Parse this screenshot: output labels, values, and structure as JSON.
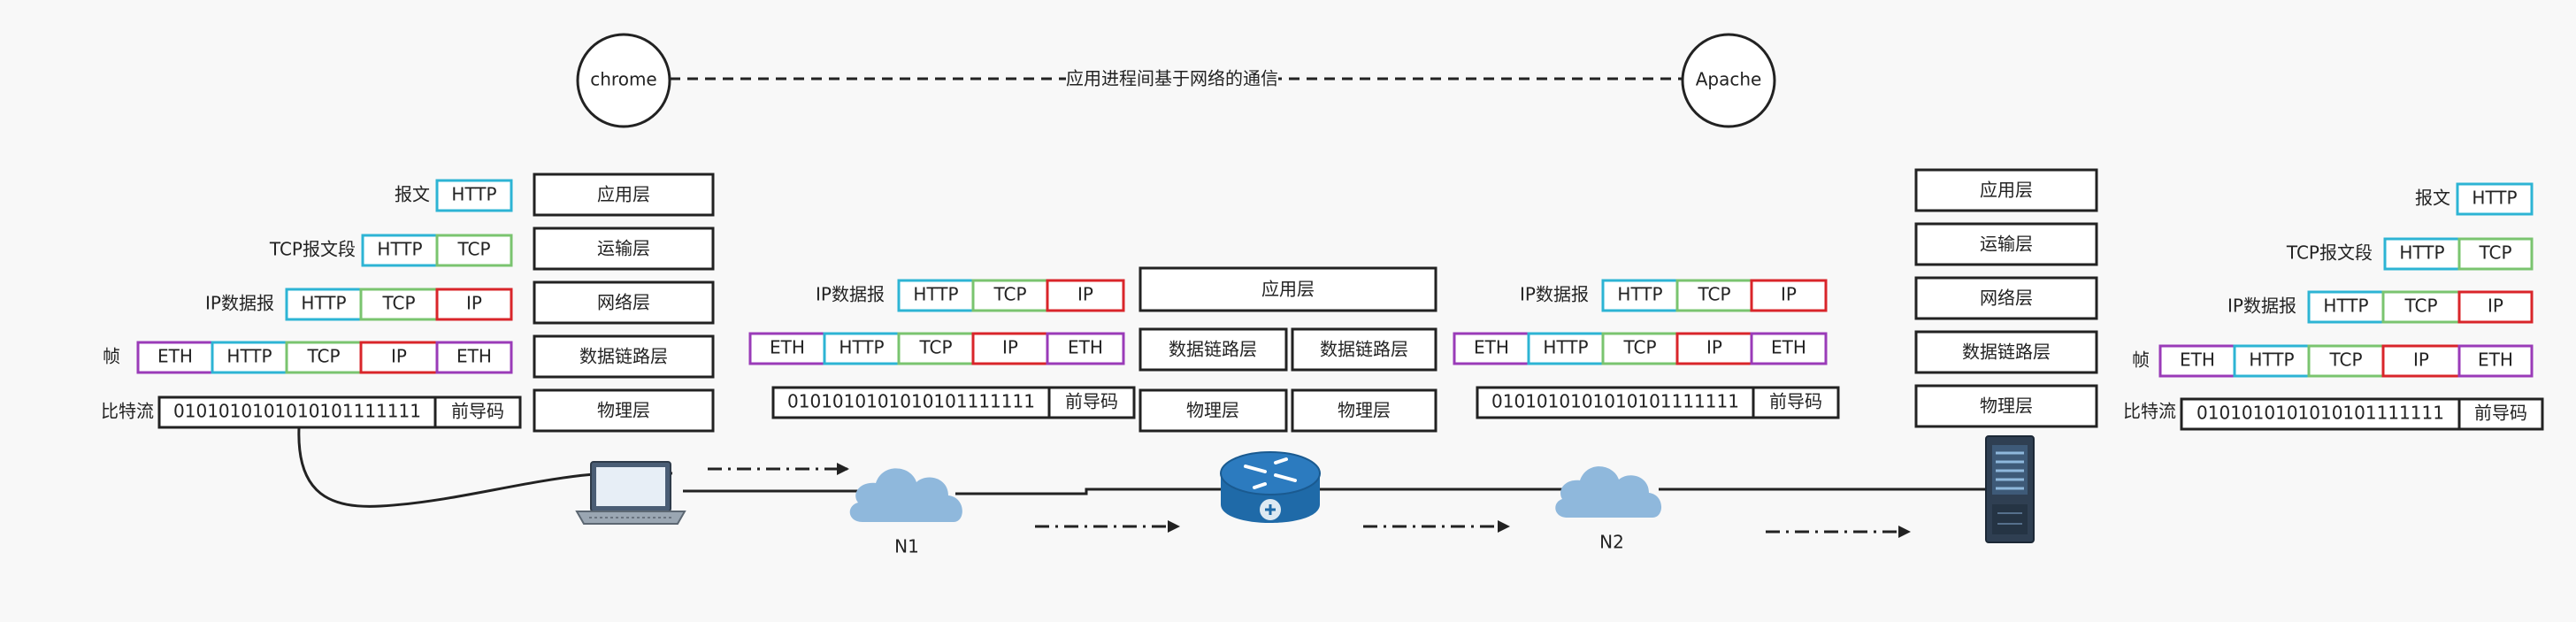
{
  "hosts": {
    "client": "chrome",
    "server": "Apache"
  },
  "app_link_label": "应用进程间基于网络的通信",
  "layers": {
    "application": "应用层",
    "transport": "运输层",
    "network": "网络层",
    "datalink": "数据链路层",
    "physical": "物理层"
  },
  "pdu_labels": {
    "message": "报文",
    "segment": "TCP报文段",
    "packet": "IP数据报",
    "frame": "帧",
    "bitstream": "比特流"
  },
  "headers": {
    "http": "HTTP",
    "tcp": "TCP",
    "ip": "IP",
    "eth": "ETH"
  },
  "bits": "0101010101010101111111",
  "preamble": "前导码",
  "network_labels": {
    "n1": "N1",
    "n2": "N2"
  },
  "colors": {
    "http": "#2db4d4",
    "tcp": "#7ac46f",
    "ip": "#d9252a",
    "eth": "#9a3bb8",
    "device": "#2c7bbf",
    "cloud": "#8fb8dc"
  }
}
